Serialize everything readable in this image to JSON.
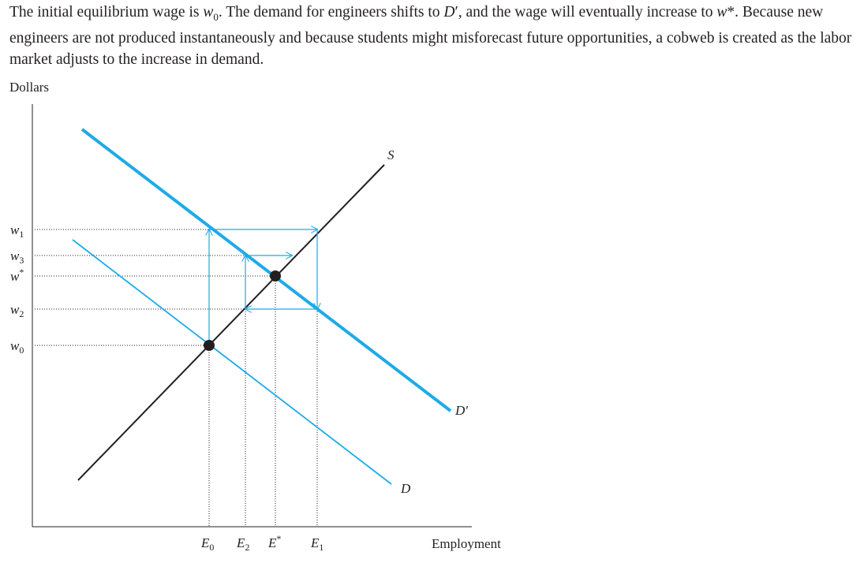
{
  "caption": {
    "parts": [
      {
        "t": "The initial equilibrium wage is "
      },
      {
        "t": "w",
        "i": true
      },
      {
        "t": "0",
        "sub": true
      },
      {
        "t": ". The demand for engineers shifts to "
      },
      {
        "t": "D",
        "i": true
      },
      {
        "t": "′, and the wage will eventually increase to "
      },
      {
        "t": "w",
        "i": true
      },
      {
        "t": "*."
      },
      {
        "t": " Because new engineers are not produced instantaneously and because students might misforecast future opportunities, a cobweb is created as the labor market adjusts to the increase in demand."
      }
    ]
  },
  "diagram": {
    "y_axis_label": "Dollars",
    "x_axis_label": "Employment",
    "wage_labels": [
      {
        "id": "w1",
        "base": "w",
        "sub": "1",
        "sup": ""
      },
      {
        "id": "w3",
        "base": "w",
        "sub": "3",
        "sup": ""
      },
      {
        "id": "wstar",
        "base": "w",
        "sub": "",
        "sup": "*"
      },
      {
        "id": "w2",
        "base": "w",
        "sub": "2",
        "sup": ""
      },
      {
        "id": "w0",
        "base": "w",
        "sub": "0",
        "sup": ""
      }
    ],
    "employment_labels": [
      {
        "id": "E0",
        "base": "E",
        "sub": "0",
        "sup": ""
      },
      {
        "id": "E2",
        "base": "E",
        "sub": "2",
        "sup": ""
      },
      {
        "id": "Estar",
        "base": "E",
        "sub": "",
        "sup": "*"
      },
      {
        "id": "E1",
        "base": "E",
        "sub": "1",
        "sup": ""
      }
    ],
    "curve_labels": {
      "supply": "S",
      "demand": "D",
      "new_demand": "D'"
    },
    "colors": {
      "curve_blue": "#1eaae7",
      "supply": "#231f20",
      "ink": "#231f20"
    }
  }
}
